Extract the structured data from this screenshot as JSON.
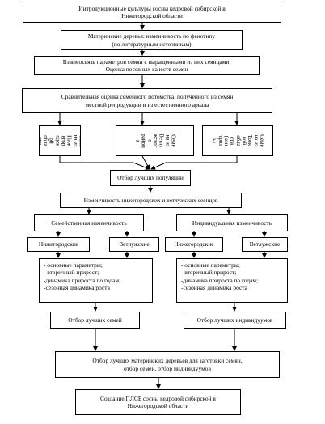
{
  "flowchart": {
    "intro": "Интродукционные культуры сосны кедровой сибирской в\nНижегородской области",
    "mother_trees": "Материнские деревья: изменчивость по фенотипу\n(по литературным источникам)",
    "relation": "Взаимосвязь параметров семян с выращенными из них сеянцами.\nОценка посевных качеств семян",
    "comparison": "Сравнительная оценка семенного потомства, полученного из семян\nместной репродукции и из естественного ареала",
    "seed_origin": [
      "Семе\nна из\nНиж\nегор\nодск\nой\nобла\nсти",
      "Семе\nна из\nВетлу\nжског\nо\nрайон\nа",
      "Семе\nна из\nТомс\nкой\nобла\nсти\n(кон\nтрол\nь)"
    ],
    "population_selection": "Отбор лучших популяций",
    "variability": "Изменчивость нижегородских и ветлужских сеянцев",
    "family_variability": "Семейственная изменчивость",
    "individual_variability": "Индивидуальная изменчивость",
    "nizhny": "Нижегородские",
    "vetluga": "Ветлужские",
    "parameters_list": "- основные параметры;\n- вторичный прирост;\n-динамика прироста по  годам;\n-сезонная динамика  роста",
    "best_seeds": "Отбор лучших семей",
    "best_individuals": "Отбор лучших индивидуумов",
    "best_mother_trees": "Отбор лучших материнских деревьев для заготовки семян,\nотбор семей, отбор индивидуумов",
    "creation": "Создание ПЛСБ сосны кедровой сибирской  в\nНижегородской области"
  }
}
